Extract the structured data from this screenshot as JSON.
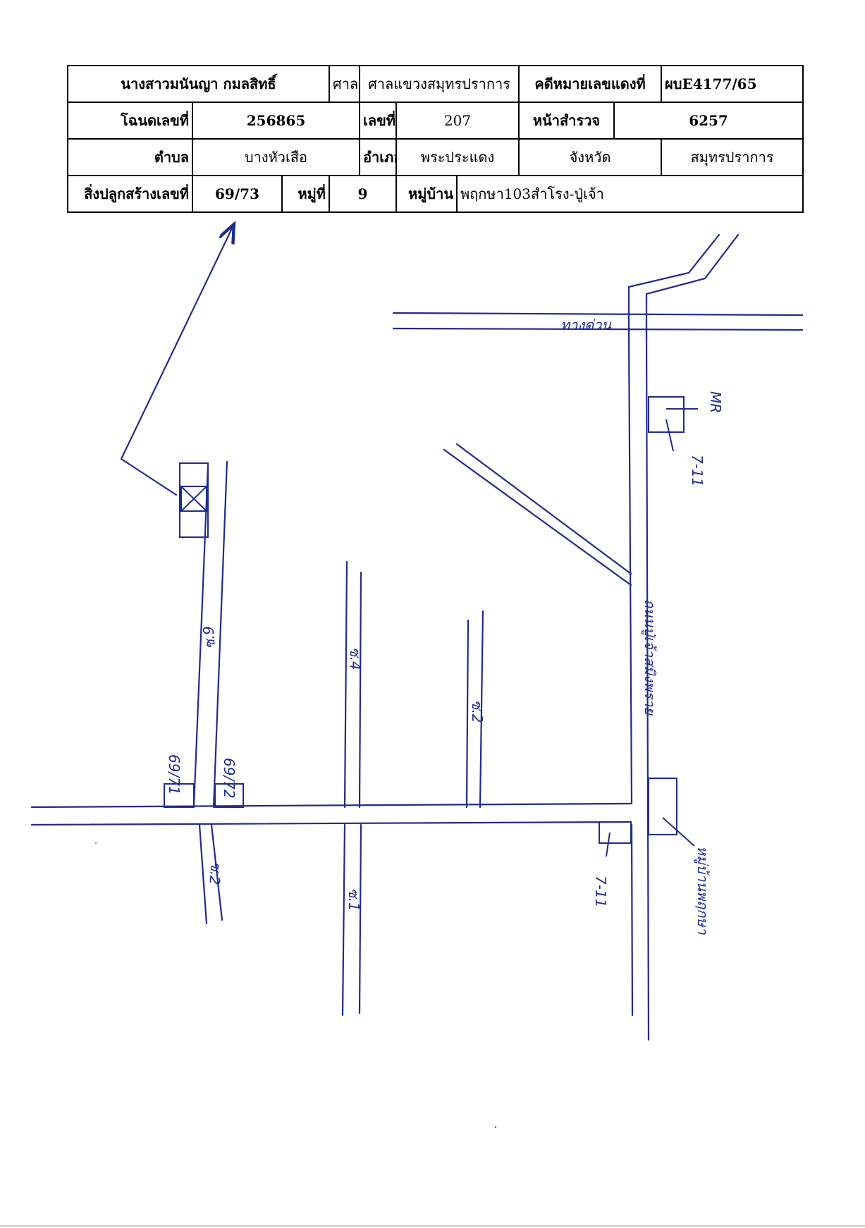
{
  "header": {
    "row1": {
      "name": "นางสาวมนันญา กมลสิทธิ์",
      "court_label": "ศาล",
      "court": "ศาลแขวงสมุทรปราการ",
      "case_label": "คดีหมายเลขแดงที่",
      "case_no": "ผบE4177/65"
    },
    "row2": {
      "deed_label": "โฉนดเลขที่",
      "deed_no": "256865",
      "land_no_label": "เลขที่ดิน",
      "land_no": "207",
      "survey_label": "หน้าสำรวจ",
      "survey_no": "6257"
    },
    "row3": {
      "subdistrict_label": "ตำบล",
      "subdistrict": "บางหัวเสือ",
      "district_label": "อำเภอ",
      "district": "พระประแดง",
      "province_label": "จังหวัด",
      "province": "สมุทรปราการ"
    },
    "row4": {
      "building_label": "สิ่งปลูกสร้างเลขที่",
      "building_no": "69/73",
      "moo_label": "หมู่ที่",
      "moo": "9",
      "village_label": "หมู่บ้าน",
      "village": "พฤกษา103สำโรง-ปู่เจ้า"
    }
  },
  "map": {
    "labels": {
      "top_road": "ทางด่วน",
      "main_road": "ถนนปู่เจ้าสมิงพราย",
      "soi_9": "ซ.9",
      "soi_2_lower": "ซ.2",
      "soi_4": "ซ.4",
      "soi_2": "ซ.2",
      "soi_1": "ซ.1",
      "house_69_71": "69/71",
      "house_69_72": "69/72",
      "seven_eleven_top": "7-11",
      "mr_top": "MR",
      "seven_eleven_bottom": "7-11",
      "village_sign": "หมู่บ้านพฤกษา"
    },
    "stroke_color": "#1f2c8c"
  }
}
